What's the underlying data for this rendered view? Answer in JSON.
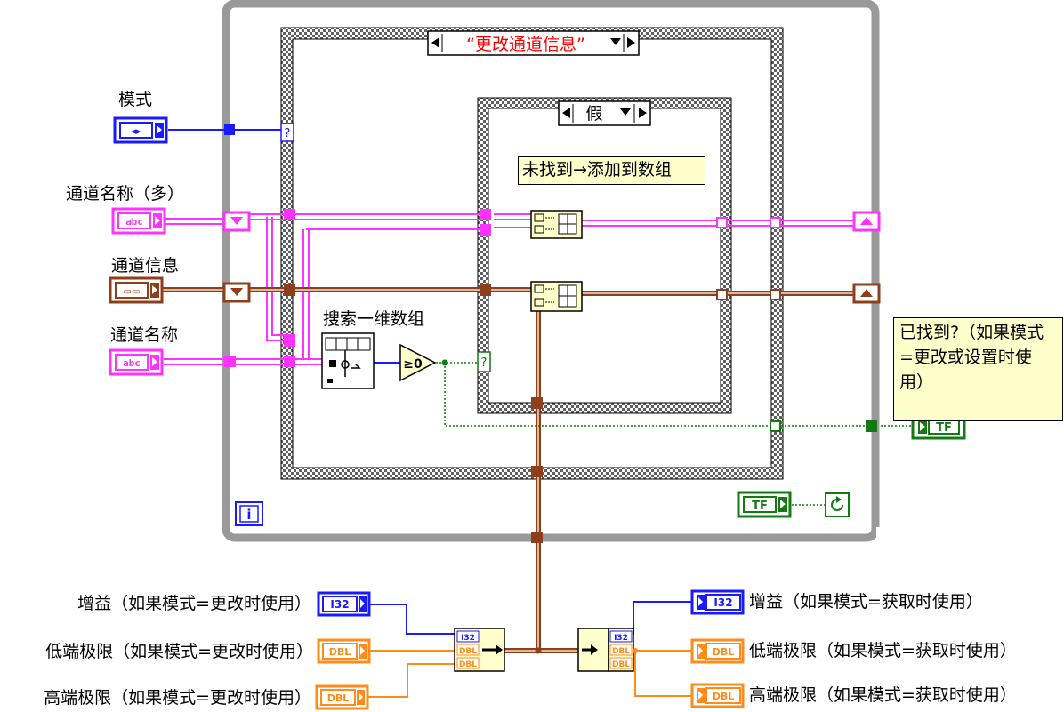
{
  "labels": {
    "mode": "模式",
    "channel_names_multi": "通道名称（多）",
    "channel_info": "通道信息",
    "channel_name": "通道名称",
    "search_1d_array": "搜索一维数组",
    "gain_in": "增益（如果模式=更改时使用）",
    "low_limit_in": "低端极限（如果模式=更改时使用）",
    "high_limit_in": "高端极限（如果模式=更改时使用）",
    "gain_out": "增益（如果模式=获取时使用）",
    "low_limit_out": "低端极限（如果模式=获取时使用）",
    "high_limit_out": "高端极限（如果模式=获取时使用）"
  },
  "case_outer": {
    "selector": "“更改通道信息”"
  },
  "case_inner": {
    "selector": "假"
  },
  "comments": {
    "not_found": "未找到→添加到数组",
    "found_q": "已找到?（如果模式=更改或设置时使用）"
  },
  "terminals": {
    "mode": "◂▸",
    "string": "abc",
    "cluster": "▭▭",
    "i32": "I32",
    "dbl": "DBL",
    "bool": "TF",
    "iteration": "i",
    "gt_zero": "≥0",
    "question": "?",
    "bundle_i32": "I32",
    "bundle_dbl": "DBL"
  },
  "colors": {
    "string_wire": "#ff33ff",
    "cluster_wire": "#8c3f1a",
    "numeric_wire": "#1a1aff",
    "dbl_wire": "#ff8c1a",
    "bool_wire": "#117a11",
    "loop_border": "#9a9a9a",
    "comment_bg": "#ffffcc"
  }
}
